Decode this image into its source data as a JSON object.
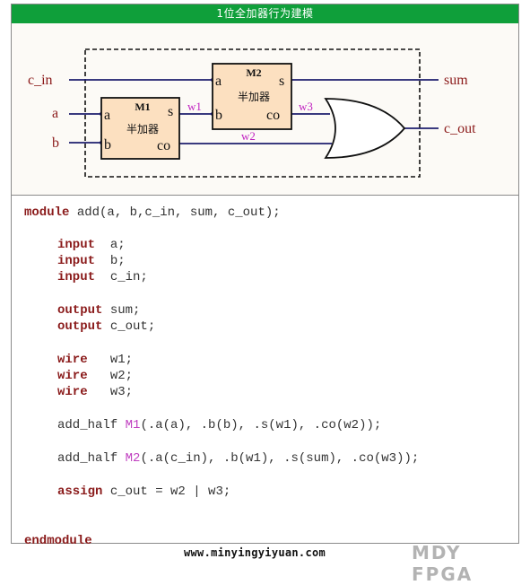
{
  "title": "1位全加器行为建模",
  "diagram": {
    "inputs": {
      "c_in": "c_in",
      "a": "a",
      "b": "b"
    },
    "outputs": {
      "sum": "sum",
      "c_out": "c_out"
    },
    "m1": {
      "name": "M1",
      "label": "半加器",
      "port_a": "a",
      "port_b": "b",
      "port_s": "s",
      "port_co": "co"
    },
    "m2": {
      "name": "M2",
      "label": "半加器",
      "port_a": "a",
      "port_b": "b",
      "port_s": "s",
      "port_co": "co"
    },
    "wires": {
      "w1": "w1",
      "w2": "w2",
      "w3": "w3"
    },
    "colors": {
      "block_fill": "#fce0c0",
      "wire_label": "#c020c0",
      "port_label": "#8b1a1a",
      "line": "#1f1f6e"
    }
  },
  "code": {
    "line1_kw": "module",
    "line1_rest": " add(a, b,c_in, sum, c_out);",
    "in1_kw": "input",
    "in1_rest": "  a;",
    "in2_kw": "input",
    "in2_rest": "  b;",
    "in3_kw": "input",
    "in3_rest": "  c_in;",
    "out1_kw": "output",
    "out1_rest": " sum;",
    "out2_kw": "output",
    "out2_rest": " c_out;",
    "w1_kw": "wire",
    "w1_rest": "   w1;",
    "w2_kw": "wire",
    "w2_rest": "   w2;",
    "w3_kw": "wire",
    "w3_rest": "   w3;",
    "inst1_pre": "add_half ",
    "inst1_name": "M1",
    "inst1_rest": "(.a(a), .b(b), .s(w1), .co(w2));",
    "inst2_pre": "add_half ",
    "inst2_name": "M2",
    "inst2_rest": "(.a(c_in), .b(w1), .s(sum), .co(w3));",
    "assign_kw": "assign",
    "assign_rest": " c_out = w2 | w3;",
    "end_kw": "endmodule"
  },
  "footer": {
    "url": "www.minyingyiyuan.com",
    "brand": "MDY FPGA"
  }
}
